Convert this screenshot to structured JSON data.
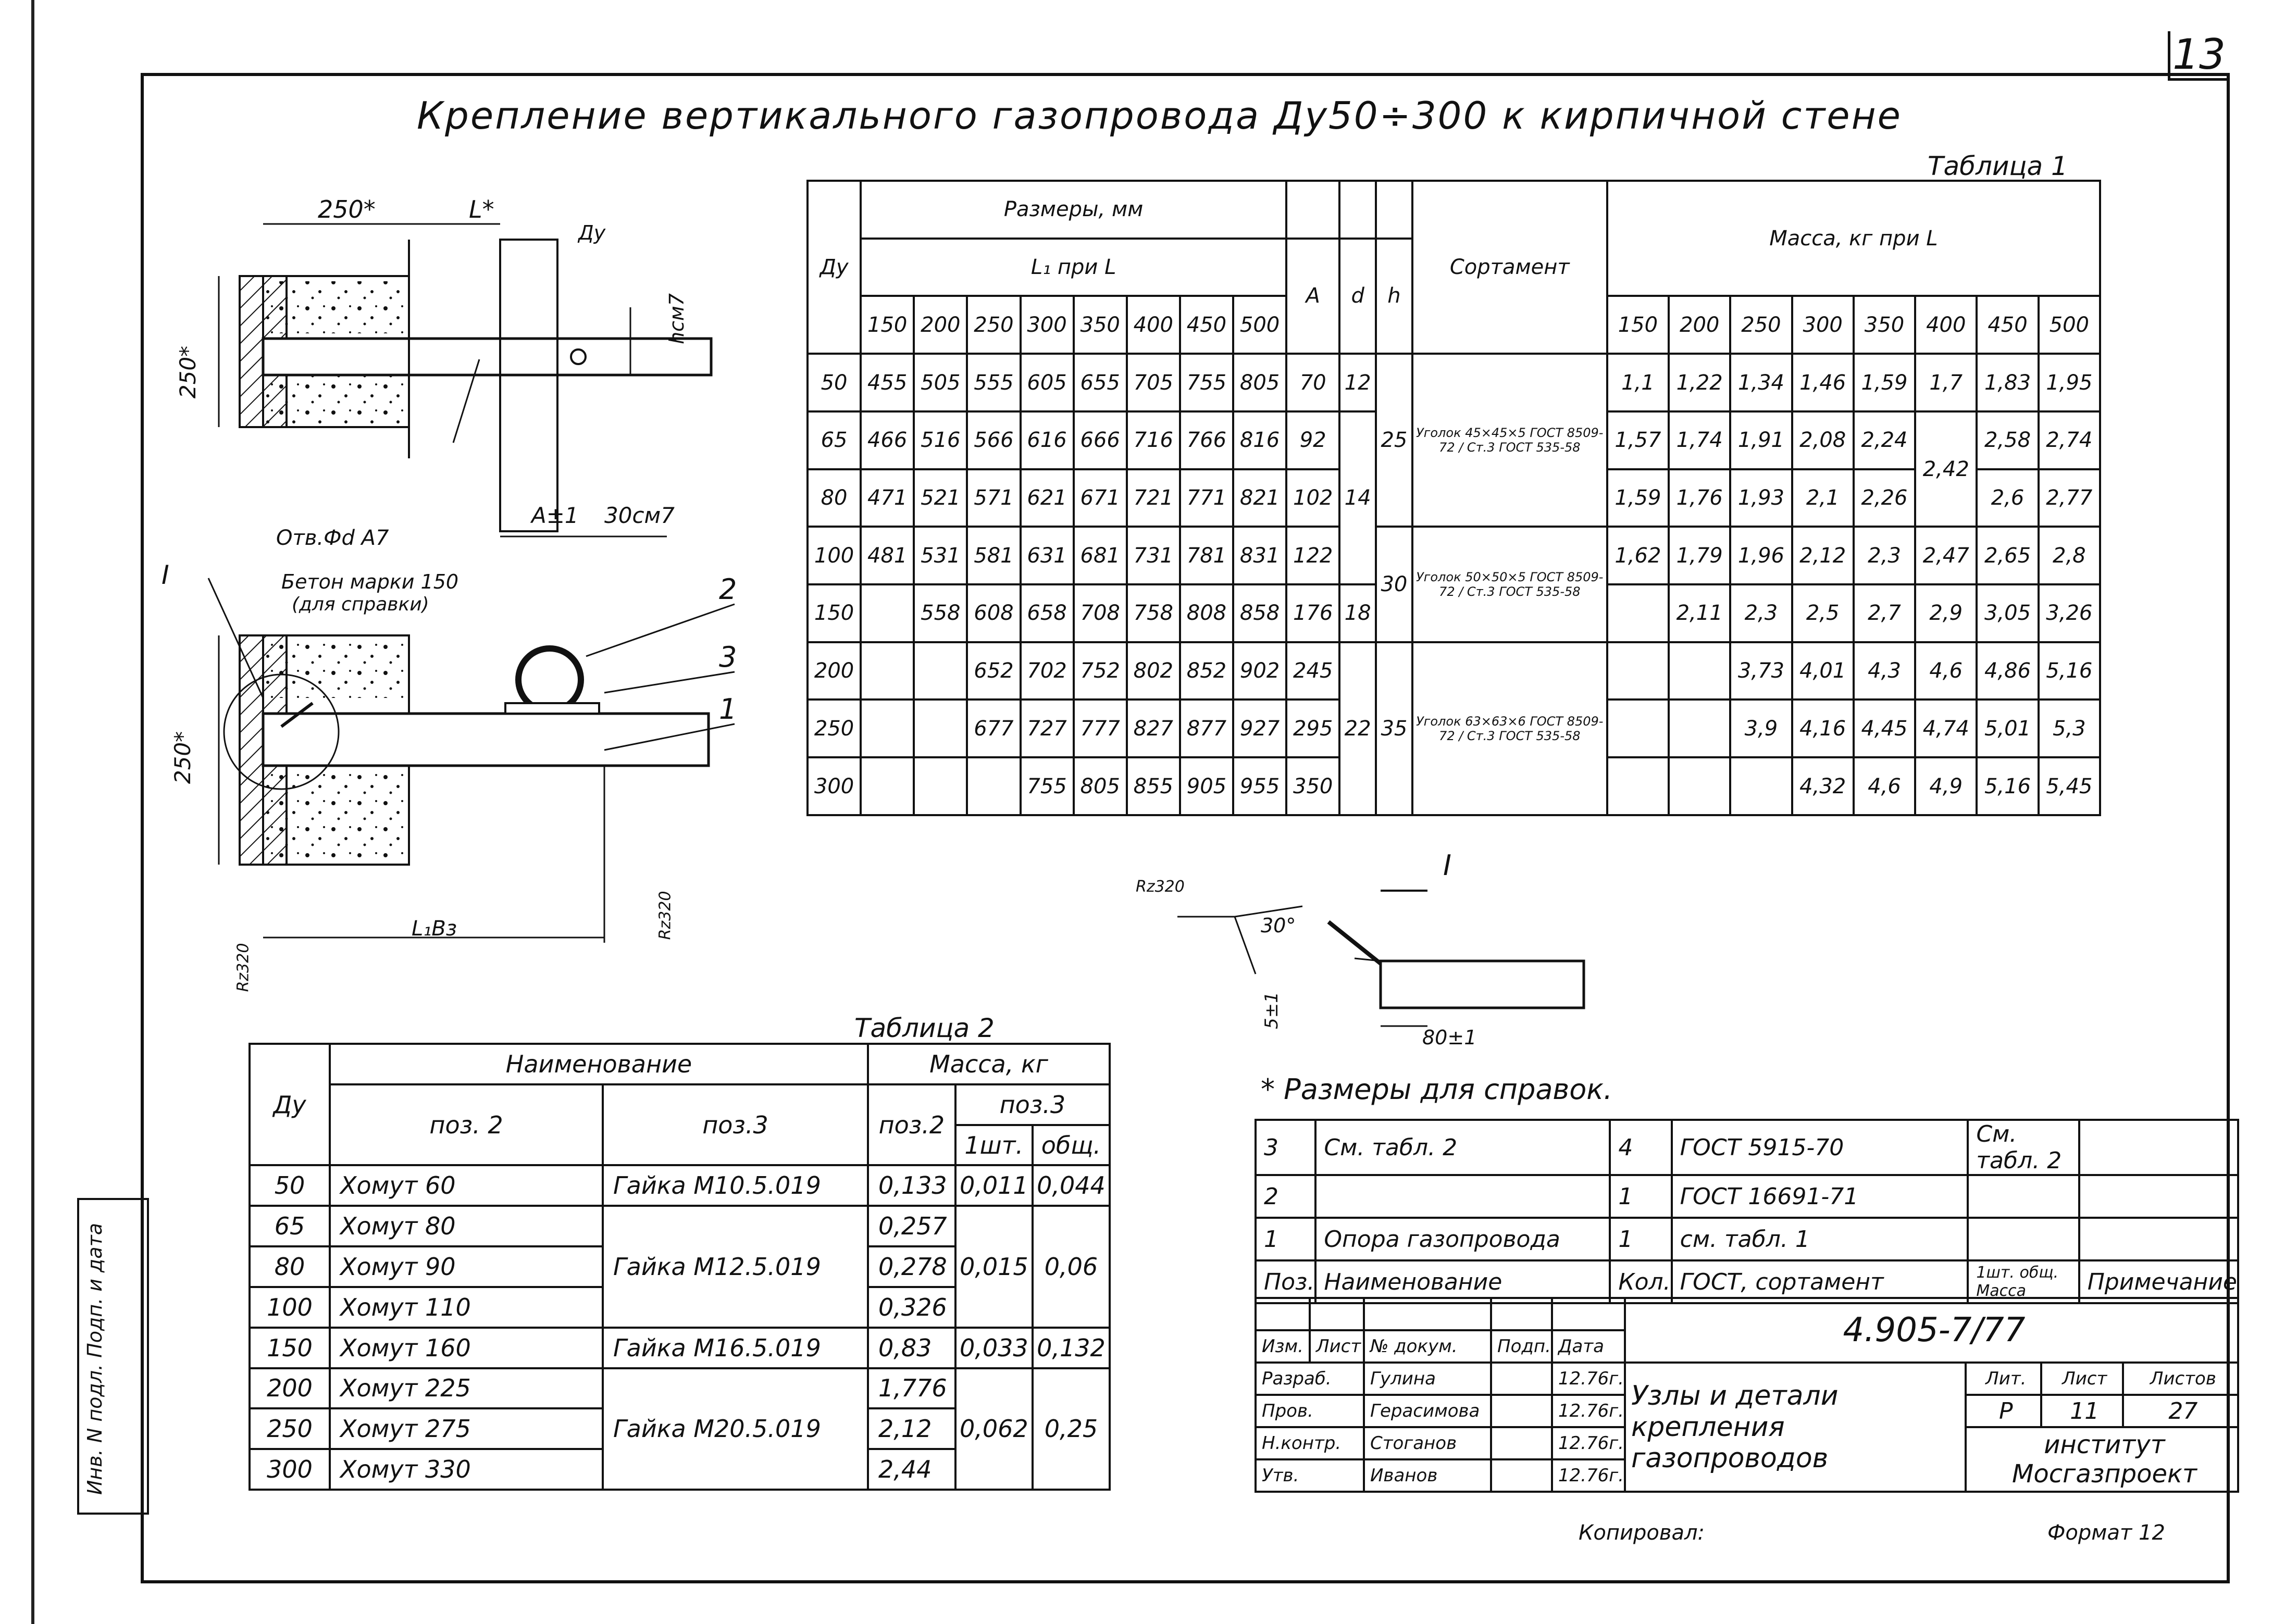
{
  "page_number": "13",
  "title": "Крепление вертикального газопровода Ду50÷300 к кирпичной стене",
  "table1": {
    "caption": "Таблица 1",
    "head_du": "Ду",
    "head_razmery": "Размеры, мм",
    "head_l1": "L₁ при L",
    "head_A": "A",
    "head_d": "d",
    "head_h": "h",
    "head_sortament": "Сортамент",
    "head_massa": "Масса, кг при L",
    "lengths": [
      "150",
      "200",
      "250",
      "300",
      "350",
      "400",
      "450",
      "500"
    ],
    "rows": [
      {
        "du": "50",
        "l1": [
          "455",
          "505",
          "555",
          "605",
          "655",
          "705",
          "755",
          "805"
        ],
        "A": "70",
        "mass": [
          "1,1",
          "1,22",
          "1,34",
          "1,46",
          "1,59",
          "1,7",
          "1,83",
          "1,95"
        ]
      },
      {
        "du": "65",
        "l1": [
          "466",
          "516",
          "566",
          "616",
          "666",
          "716",
          "766",
          "816"
        ],
        "A": "92",
        "mass": [
          "1,57",
          "1,74",
          "1,91",
          "2,08",
          "2,24",
          "",
          "2,58",
          "2,74"
        ]
      },
      {
        "du": "80",
        "l1": [
          "471",
          "521",
          "571",
          "621",
          "671",
          "721",
          "771",
          "821"
        ],
        "A": "102",
        "mass": [
          "1,59",
          "1,76",
          "1,93",
          "2,1",
          "2,26",
          "",
          "2,6",
          "2,77"
        ]
      },
      {
        "du": "100",
        "l1": [
          "481",
          "531",
          "581",
          "631",
          "681",
          "731",
          "781",
          "831"
        ],
        "A": "122",
        "mass": [
          "1,62",
          "1,79",
          "1,96",
          "2,12",
          "2,3",
          "2,47",
          "2,65",
          "2,8"
        ]
      },
      {
        "du": "150",
        "l1": [
          "",
          "558",
          "608",
          "658",
          "708",
          "758",
          "808",
          "858"
        ],
        "A": "176",
        "mass": [
          "",
          "2,11",
          "2,3",
          "2,5",
          "2,7",
          "2,9",
          "3,05",
          "3,26"
        ]
      },
      {
        "du": "200",
        "l1": [
          "",
          "",
          "652",
          "702",
          "752",
          "802",
          "852",
          "902"
        ],
        "A": "245",
        "mass": [
          "",
          "",
          "3,73",
          "4,01",
          "4,3",
          "4,6",
          "4,86",
          "5,16"
        ]
      },
      {
        "du": "250",
        "l1": [
          "",
          "",
          "677",
          "727",
          "777",
          "827",
          "877",
          "927"
        ],
        "A": "295",
        "mass": [
          "",
          "",
          "3,9",
          "4,16",
          "4,45",
          "4,74",
          "5,01",
          "5,3"
        ]
      },
      {
        "du": "300",
        "l1": [
          "",
          "",
          "",
          "755",
          "805",
          "855",
          "905",
          "955"
        ],
        "A": "350",
        "mass": [
          "",
          "",
          "",
          "4,32",
          "4,6",
          "4,9",
          "5,16",
          "5,45"
        ]
      }
    ],
    "d_vals": [
      "12",
      "14",
      "18",
      "22"
    ],
    "h_vals": [
      "25",
      "30",
      "35"
    ],
    "mass_merge_400": "2,42",
    "sortament": [
      "Уголок 45×45×5 ГОСТ 8509-72 / Ст.3 ГОСТ 535-58",
      "Уголок 50×50×5 ГОСТ 8509-72 / Ст.3 ГОСТ 535-58",
      "Уголок 63×63×6 ГОСТ 8509-72 / Ст.3 ГОСТ 535-58"
    ]
  },
  "table2": {
    "caption": "Таблица 2",
    "head_du": "Ду",
    "head_name": "Наименование",
    "head_poz2": "поз. 2",
    "head_poz3": "поз.3",
    "head_mass": "Масса, кг",
    "head_mass_poz2": "поз.2",
    "head_mass_poz3": "поз.3",
    "head_1sht": "1шт.",
    "head_obsh": "общ.",
    "rows": [
      {
        "du": "50",
        "poz2": "Хомут 60",
        "m2": "0,133"
      },
      {
        "du": "65",
        "poz2": "Хомут 80",
        "m2": "0,257"
      },
      {
        "du": "80",
        "poz2": "Хомут 90",
        "m2": "0,278"
      },
      {
        "du": "100",
        "poz2": "Хомут 110",
        "m2": "0,326"
      },
      {
        "du": "150",
        "poz2": "Хомут 160",
        "m2": "0,83"
      },
      {
        "du": "200",
        "poz2": "Хомут 225",
        "m2": "1,776"
      },
      {
        "du": "250",
        "poz2": "Хомут 275",
        "m2": "2,12"
      },
      {
        "du": "300",
        "poz2": "Хомут 330",
        "m2": "2,44"
      }
    ],
    "groups": [
      {
        "poz3": "Гайка М10.5.019",
        "sht": "0,011",
        "obsh": "0,044"
      },
      {
        "poz3": "Гайка М12.5.019",
        "sht": "0,015",
        "obsh": "0,06"
      },
      {
        "poz3": "Гайка М16.5.019",
        "sht": "0,033",
        "obsh": "0,132"
      },
      {
        "poz3": "Гайка М20.5.019",
        "sht": "0,062",
        "obsh": "0,25"
      }
    ]
  },
  "drawing": {
    "dim_250_top": "250*",
    "dim_L_top": "L*",
    "dim_du": "Ду",
    "dim_hsm": "hсм7",
    "dim_250_side": "250*",
    "dim_A": "A±1",
    "dim_30sm": "30см7",
    "otv": "Отв.Фd А7",
    "beton": "Бетон марки 150",
    "beton2": "(для справки)",
    "label_I": "I",
    "pos2": "2",
    "pos3": "3",
    "pos1": "1",
    "dim_250_lower": "250*",
    "dim_L1": "L₁Вз",
    "rz20_left": "Rz320",
    "rz20_right": "Rz320",
    "detail_I": "I",
    "detail_rz": "Rz320",
    "detail_30": "30°",
    "detail_5": "5±1",
    "detail_80": "80±1"
  },
  "note_star": "* Размеры для справок.",
  "spec": {
    "rows": [
      {
        "poz": "3",
        "name": "См. табл. 2",
        "kol": "4",
        "gost": "ГОСТ 5915-70",
        "mass": "См. табл. 2",
        "prim": ""
      },
      {
        "poz": "2",
        "name": "",
        "kol": "1",
        "gost": "ГОСТ 16691-71",
        "mass": "",
        "prim": ""
      },
      {
        "poz": "1",
        "name": "Опора газопровода",
        "kol": "1",
        "gost": "см. табл. 1",
        "mass": "",
        "prim": ""
      }
    ],
    "head_poz": "Поз.",
    "head_name": "Наименование",
    "head_kol": "Кол.",
    "head_gost": "ГОСТ, сортамент",
    "head_mass": "1шт. общ. Масса",
    "head_prim": "Примечание"
  },
  "stamp": {
    "code": "4.905-7/77",
    "head": [
      "Изм.",
      "Лист",
      "№ докум.",
      "Подп.",
      "Дата"
    ],
    "people": [
      {
        "role": "Разраб.",
        "name": "Гулина",
        "date": "12.76г."
      },
      {
        "role": "Пров.",
        "name": "Герасимова",
        "date": "12.76г."
      },
      {
        "role": "Н.контр.",
        "name": "Стоганов",
        "date": "12.76г."
      },
      {
        "role": "Утв.",
        "name": "Иванов",
        "date": "12.76г."
      }
    ],
    "doc_title": "Узлы и детали крепления газопроводов",
    "lit_head": "Лит.",
    "list_head": "Лист",
    "listov_head": "Листов",
    "lit": "Р",
    "list": "11",
    "listov": "27",
    "org": "институт Мосгазпроект"
  },
  "footer_copy": "Копировал:",
  "footer_format": "Формат 12",
  "side_stamp": "Инв. N подл. Подп. и дата"
}
